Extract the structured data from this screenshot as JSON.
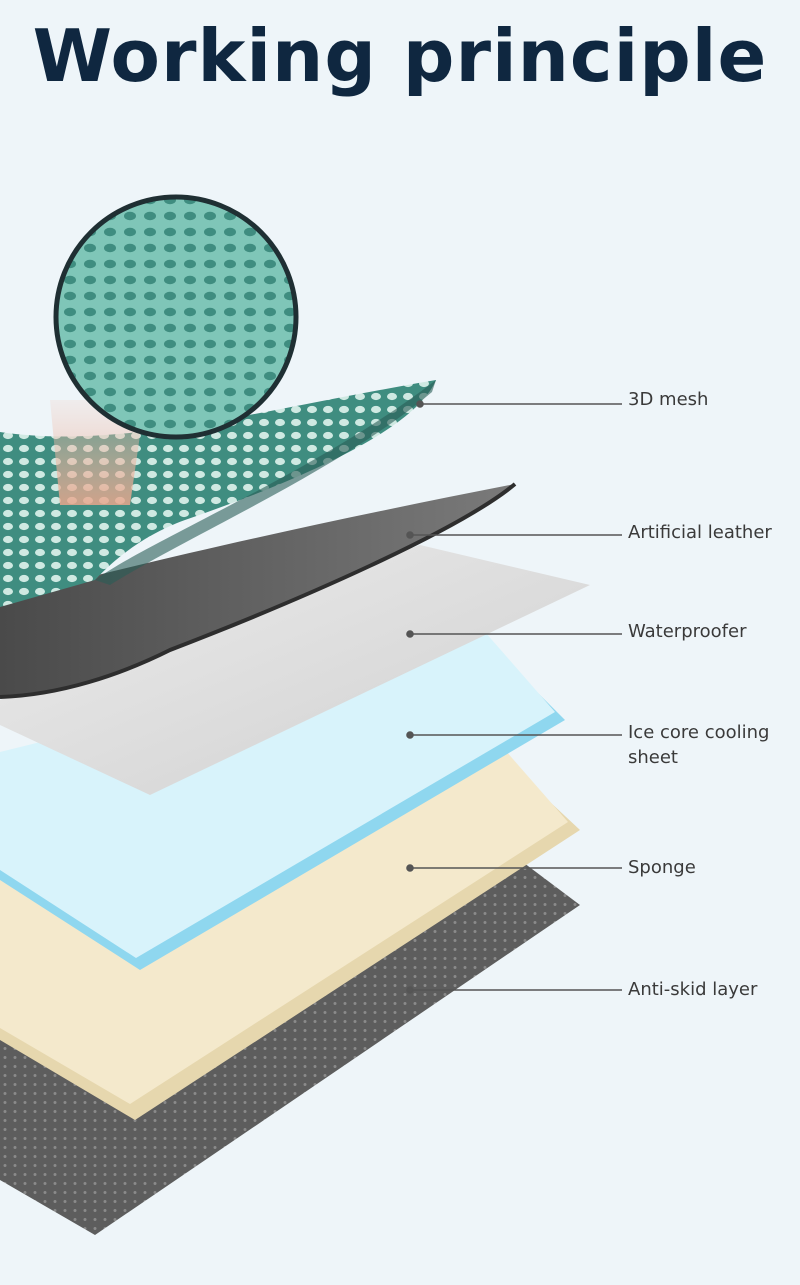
{
  "title": "Working principle",
  "layers": [
    {
      "label_lines": [
        "3D mesh"
      ]
    },
    {
      "label_lines": [
        "Artificial leather"
      ]
    },
    {
      "label_lines": [
        "Waterproofer"
      ]
    },
    {
      "label_lines": [
        "Ice core cooling",
        "sheet"
      ]
    },
    {
      "label_lines": [
        "Sponge"
      ]
    },
    {
      "label_lines": [
        "Anti-skid layer"
      ]
    }
  ],
  "colors": {
    "background": "#eef5f9",
    "title": "#0f2740",
    "mesh": "#3f8d80",
    "leather": "#5a5a5a",
    "waterproofer": "#d6d6d6",
    "ice_core": "#cdeefa",
    "sponge": "#f3e7c8",
    "anti_skid": "#5d5d5d",
    "leader_line": "#555555"
  }
}
